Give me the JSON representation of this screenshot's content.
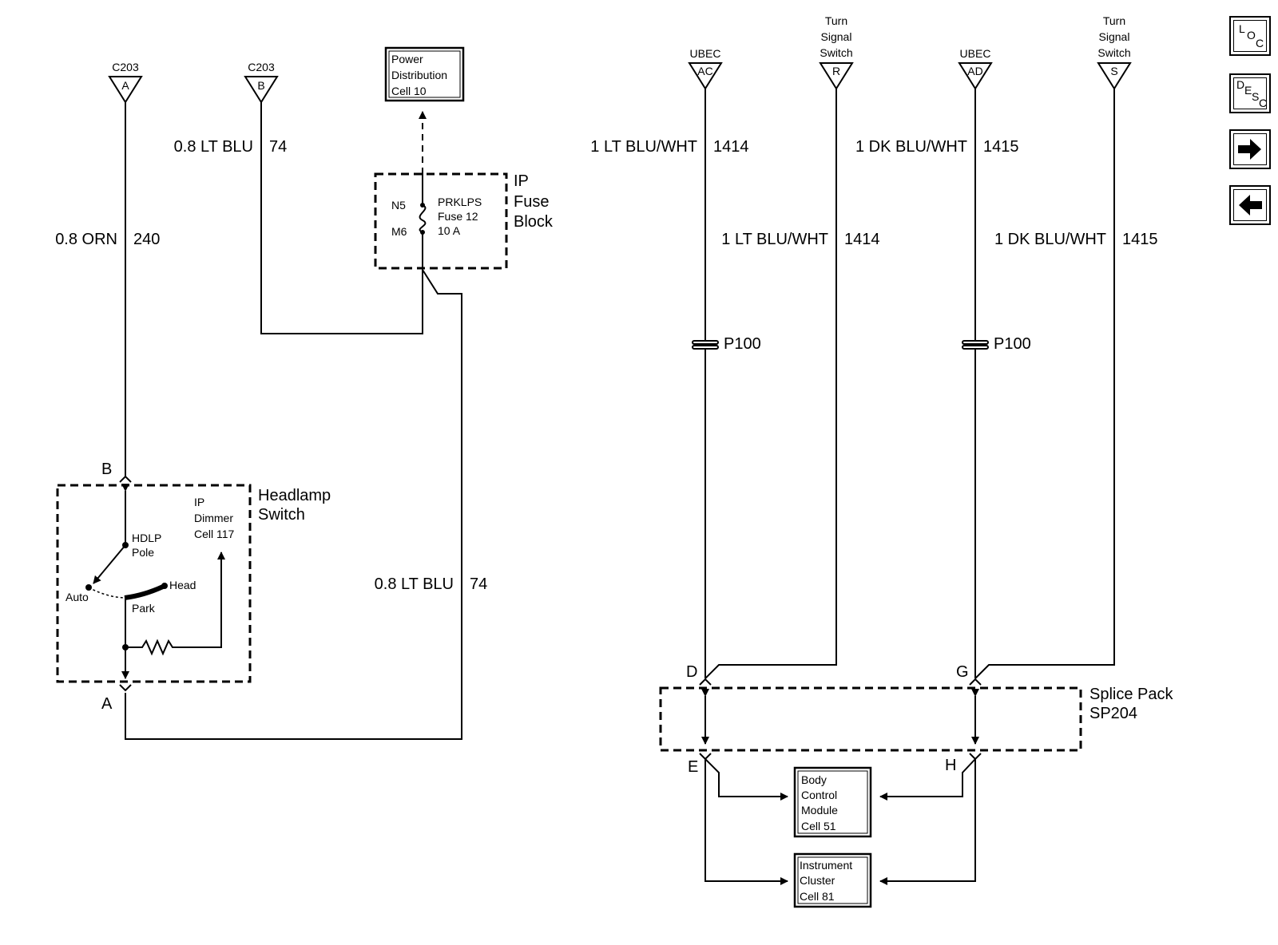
{
  "connectors": {
    "c203a": {
      "name": "C203",
      "pin": "A"
    },
    "c203b": {
      "name": "C203",
      "pin": "B"
    },
    "ubec_ac": {
      "name": "UBEC",
      "pin": "AC"
    },
    "turn_r": {
      "name_lines": [
        "Turn",
        "Signal",
        "Switch"
      ],
      "pin": "R"
    },
    "ubec_ad": {
      "name": "UBEC",
      "pin": "AD"
    },
    "turn_s": {
      "name_lines": [
        "Turn",
        "Signal",
        "Switch"
      ],
      "pin": "S"
    }
  },
  "power_distribution": {
    "lines": [
      "Power",
      "Distribution",
      "Cell 10"
    ]
  },
  "fuse_block": {
    "title_lines": [
      "IP",
      "Fuse",
      "Block"
    ],
    "pin_top": "N5",
    "pin_bottom": "M6",
    "fuse_lines": [
      "PRKLPS",
      "Fuse 12",
      "10 A"
    ]
  },
  "wires": {
    "w240": {
      "label": "0.8 ORN",
      "circuit": "240"
    },
    "w74_top": {
      "label": "0.8 LT BLU",
      "circuit": "74"
    },
    "w74_bottom": {
      "label": "0.8 LT BLU",
      "circuit": "74"
    },
    "w1414_a": {
      "label": "1 LT BLU/WHT",
      "circuit": "1414"
    },
    "w1414_b": {
      "label": "1 LT BLU/WHT",
      "circuit": "1414"
    },
    "w1415_a": {
      "label": "1 DK BLU/WHT",
      "circuit": "1415"
    },
    "w1415_b": {
      "label": "1 DK BLU/WHT",
      "circuit": "1415"
    }
  },
  "headlamp_switch": {
    "title_lines": [
      "Headlamp",
      "Switch"
    ],
    "pin_b": "B",
    "pin_a": "A",
    "hdlp_pole_lines": [
      "HDLP",
      "Pole"
    ],
    "auto": "Auto",
    "park": "Park",
    "head": "Head",
    "dimmer_lines": [
      "IP",
      "Dimmer",
      "Cell 117"
    ]
  },
  "p100": {
    "left": "P100",
    "right": "P100"
  },
  "splice_pack": {
    "title_lines": [
      "Splice Pack",
      "SP204"
    ],
    "pins": {
      "d": "D",
      "g": "G",
      "e": "E",
      "h": "H"
    }
  },
  "bcm": {
    "lines": [
      "Body",
      "Control",
      "Module",
      "Cell 51"
    ]
  },
  "cluster": {
    "lines": [
      "Instrument",
      "Cluster",
      "Cell 81"
    ]
  },
  "nav": {
    "loc": [
      "L",
      "O",
      "C"
    ],
    "desc": [
      "D",
      "E",
      "S",
      "C"
    ],
    "forward_icon": "arrow-right-icon",
    "back_icon": "arrow-left-icon"
  }
}
